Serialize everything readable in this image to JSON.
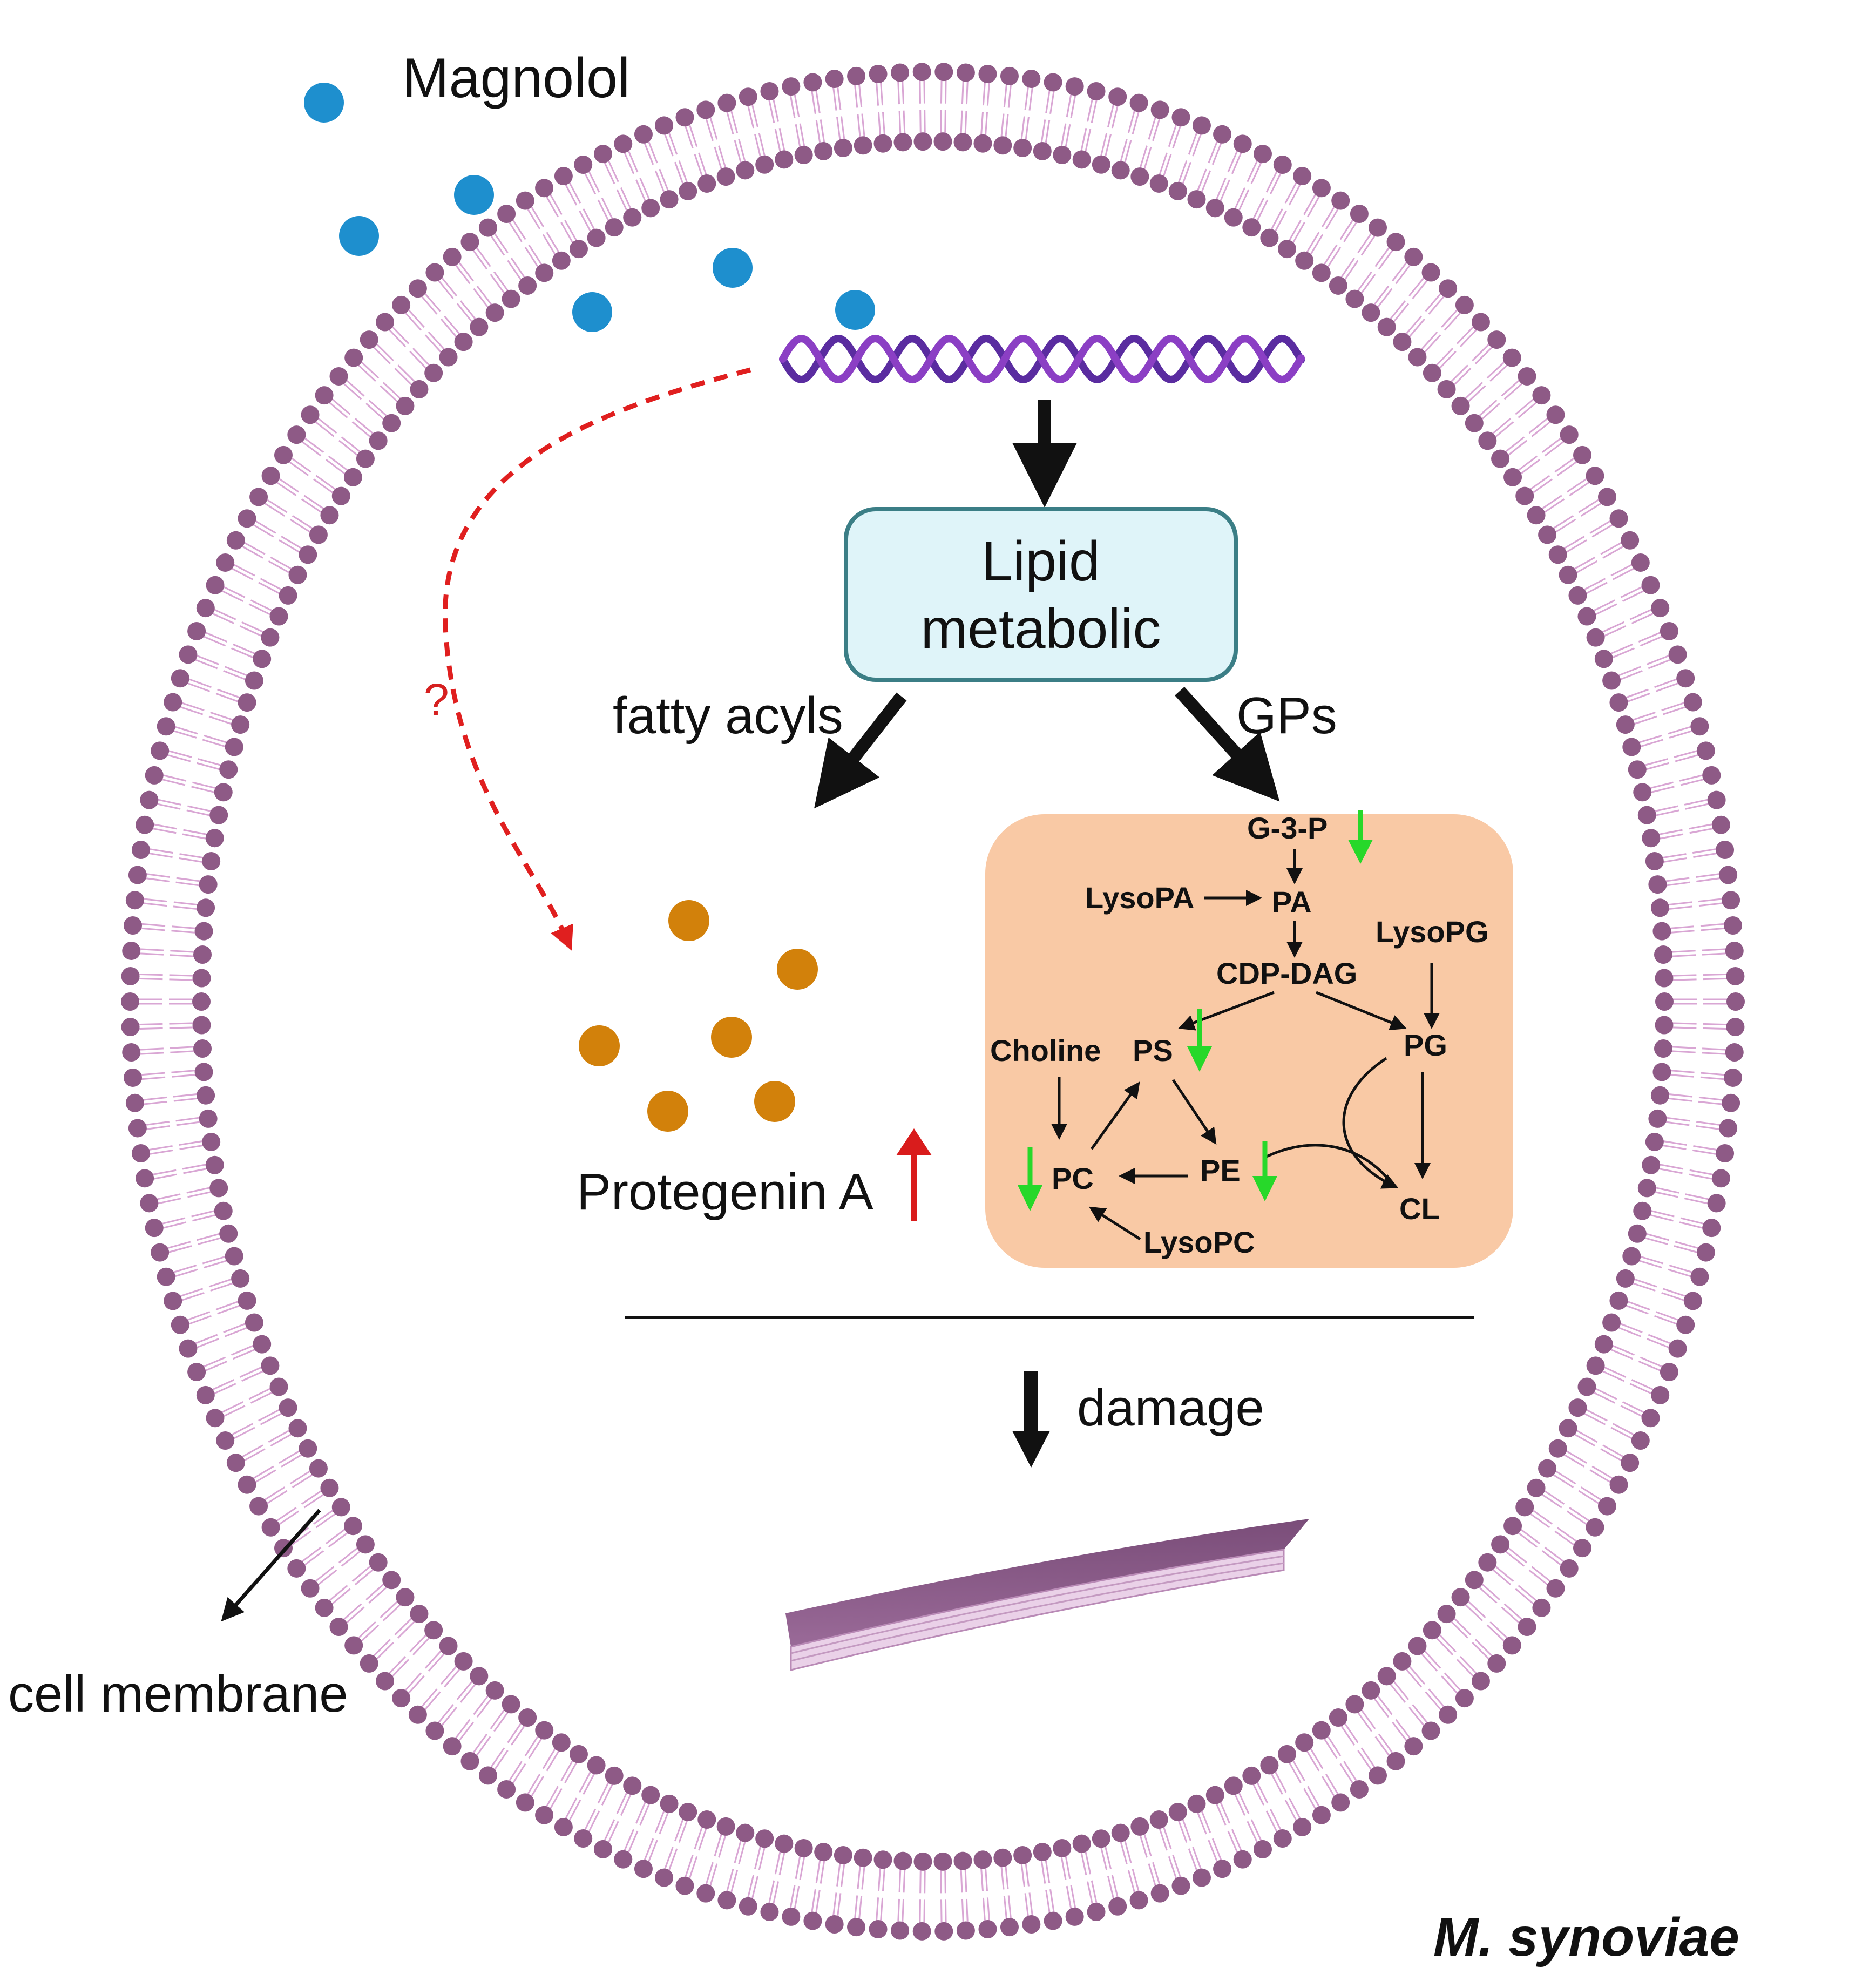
{
  "labels": {
    "magnolol": "Magnolol",
    "lipid_box_line1": "Lipid",
    "lipid_box_line2": "metabolic",
    "fatty_acyls": "fatty acyls",
    "gps": "GPs",
    "protegenin": "Protegenin A",
    "question": "?",
    "damage": "damage",
    "cell_membrane": "cell membrane",
    "species": "M. synoviae"
  },
  "pathway": {
    "g3p": "G-3-P",
    "lysopa": "LysoPA",
    "pa": "PA",
    "lysopg": "LysoPG",
    "cdpdag": "CDP-DAG",
    "choline": "Choline",
    "ps": "PS",
    "pg": "PG",
    "pc": "PC",
    "pe": "PE",
    "cl": "CL",
    "lysopc": "LysoPC"
  },
  "colors": {
    "membrane": "#8e5a86",
    "membrane_tail": "#d9a6d4",
    "magnolol_dot": "#1e8fce",
    "protegenin_dot": "#d2810b",
    "lipid_box_fill": "#dff4f9",
    "lipid_box_stroke": "#3b7e86",
    "gp_box_fill": "#f9c9a5",
    "down_arrow": "#27d82a",
    "up_arrow": "#d91c1c",
    "dashed_arrow": "#e01f1f",
    "dna_1": "#5a2ca0",
    "dna_2": "#8b3fc4"
  },
  "regulation": {
    "g3p": "down",
    "ps": "down",
    "pc": "down",
    "pe": "down",
    "protegenin": "up"
  }
}
